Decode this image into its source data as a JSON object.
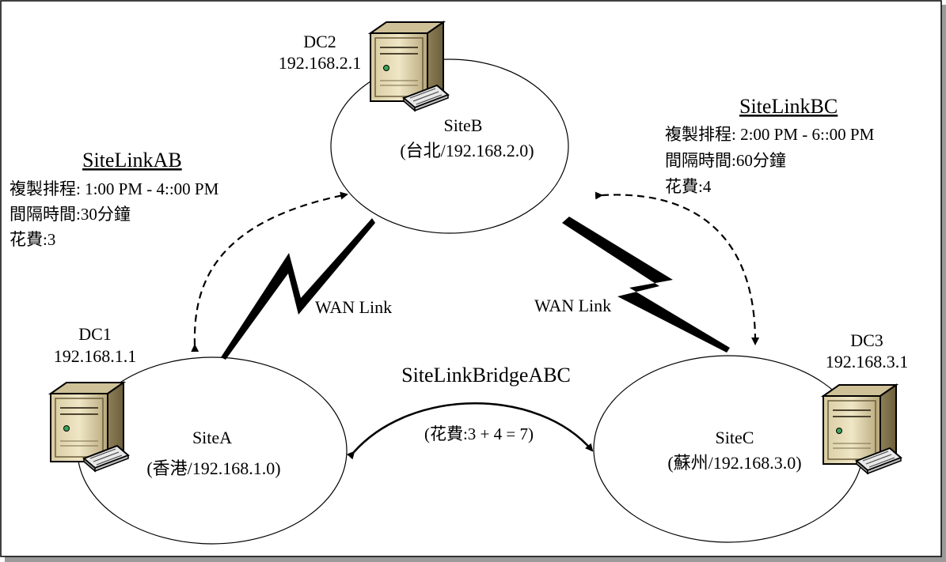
{
  "sites": {
    "siteB": {
      "name": "SiteB",
      "subnet": "(台北/192.168.2.0)"
    },
    "siteA": {
      "name": "SiteA",
      "subnet": "(香港/192.168.1.0)"
    },
    "siteC": {
      "name": "SiteC",
      "subnet": "(蘇州/192.168.3.0)"
    }
  },
  "servers": {
    "dc1": {
      "name": "DC1",
      "ip": "192.168.1.1"
    },
    "dc2": {
      "name": "DC2",
      "ip": "192.168.2.1"
    },
    "dc3": {
      "name": "DC3",
      "ip": "192.168.3.1"
    }
  },
  "links": {
    "ab": {
      "title": "SiteLinkAB",
      "schedule": "複製排程: 1:00 PM - 4::00 PM",
      "interval": "間隔時間:30分鐘",
      "cost": "花費:3"
    },
    "bc": {
      "title": "SiteLinkBC",
      "schedule": "複製排程: 2:00 PM - 6::00 PM",
      "interval": "間隔時間:60分鐘",
      "cost": "花費:4"
    }
  },
  "wan": {
    "left": "WAN Link",
    "right": "WAN Link"
  },
  "bridge": {
    "title": "SiteLinkBridgeABC",
    "cost": "(花費:3 + 4 = 7)"
  }
}
